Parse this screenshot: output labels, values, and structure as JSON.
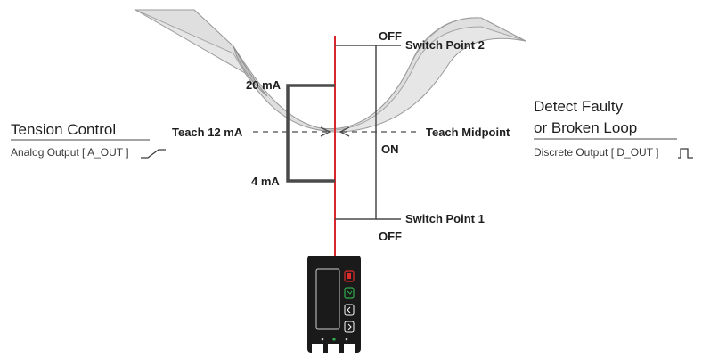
{
  "colors": {
    "accent_red": "#d7262c",
    "line_dark": "#4a4a4a",
    "web_fill": "#e6e6e6",
    "web_stroke": "#9a9a9a",
    "sensor_body": "#1a1a1a",
    "button_red": "#e02b2b",
    "button_green": "#2fae4e"
  },
  "left_panel": {
    "title": "Tension Control",
    "subtitle": "Analog Output [ A_OUT ]",
    "output_icon": "ramp-signal-icon"
  },
  "right_panel": {
    "title_line1": "Detect Faulty",
    "title_line2": "or Broken Loop",
    "subtitle": "Discrete Output [ D_OUT ]",
    "output_icon": "pulse-signal-icon"
  },
  "analog": {
    "high_label": "20 mA",
    "low_label": "4 mA",
    "teach_label": "Teach 12 mA"
  },
  "discrete": {
    "switch_point_2": "Switch Point 2",
    "switch_point_1": "Switch Point 1",
    "off_top": "OFF",
    "on_label": "ON",
    "off_bottom": "OFF",
    "teach_label": "Teach Midpoint"
  },
  "sensor": {
    "icon": "ultrasonic-sensor-icon"
  }
}
